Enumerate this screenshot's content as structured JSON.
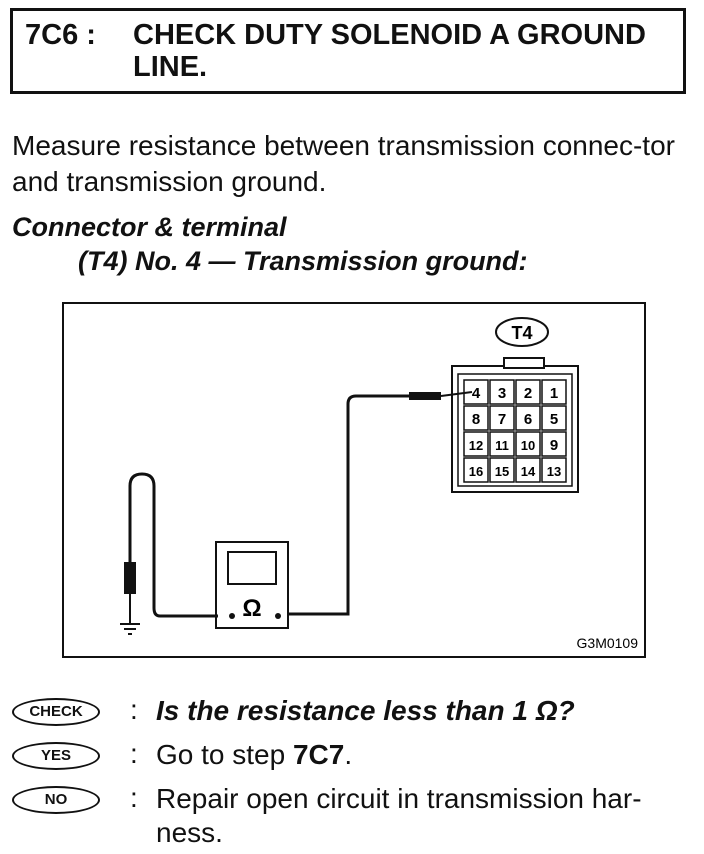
{
  "header": {
    "step_id": "7C6 :",
    "title": "CHECK DUTY SOLENOID A GROUND LINE."
  },
  "instruction": "Measure resistance between transmission connec-tor and transmission ground.",
  "connector": {
    "heading": "Connector & terminal",
    "spec": "(T4) No. 4 — Transmission ground:"
  },
  "figure": {
    "connector_label": "T4",
    "meter_symbol": "Ω",
    "code": "G3M0109",
    "terminals": [
      [
        "4",
        "3",
        "2",
        "1"
      ],
      [
        "8",
        "7",
        "6",
        "5"
      ],
      [
        "12",
        "11",
        "10",
        "9"
      ],
      [
        "16",
        "15",
        "14",
        "13"
      ]
    ]
  },
  "checks": [
    {
      "badge": "CHECK",
      "text": "Is the resistance less than 1 Ω?"
    },
    {
      "badge": "YES",
      "text_prefix": "Go to step ",
      "text_bold": "7C7",
      "text_suffix": "."
    },
    {
      "badge": "NO",
      "text": "Repair open circuit in transmission har-ness."
    }
  ]
}
